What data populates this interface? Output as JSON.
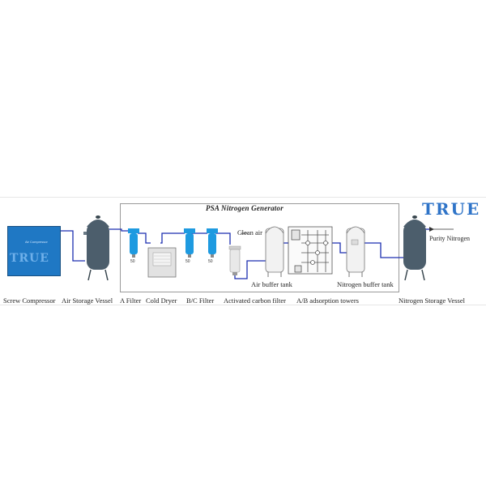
{
  "brand": "TRUE",
  "generator_title": "PSA Nitrogen Generator",
  "compressor_panel_text": "Air Compressor",
  "compressor_brand": "TRUE",
  "labels": {
    "clean_air": "Clean air",
    "purity_nitrogen": "Purity Nitrogen",
    "air_buffer_tank": "Air buffer tank",
    "nitrogen_buffer_tank": "Nitrogen buffer tank",
    "screw_compressor": "Screw Compressor",
    "air_storage_vessel": "Air Storage Vessel",
    "a_filter": "A Filter",
    "cold_dryer": "Cold Dryer",
    "bc_filter": "B/C Filter",
    "activated_carbon_filter": "Activated carbon filter",
    "ab_towers": "A/B adsorption towers",
    "nitrogen_storage_vessel": "Nitrogen Storage Vessel"
  },
  "filter_marks": [
    "50",
    "50",
    "50"
  ],
  "colors": {
    "pipe": "#1c2fb0",
    "vessel": "#4c5e6c",
    "filter": "#1e9ae0",
    "brand": "#2f74c8"
  }
}
